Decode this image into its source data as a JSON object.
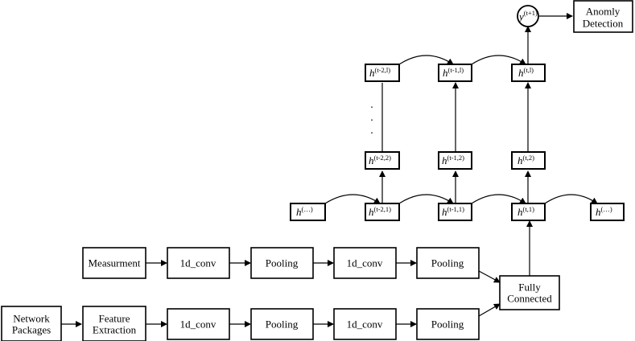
{
  "blocks": {
    "measurement": "Measurment",
    "conv1_top": "1d_conv",
    "pool1_top": "Pooling",
    "conv2_top": "1d_conv",
    "pool2_top": "Pooling",
    "network_line1": "Network",
    "network_line2": "Packages",
    "feature_line1": "Feature",
    "feature_line2": "Extraction",
    "conv1_bot": "1d_conv",
    "pool1_bot": "Pooling",
    "conv2_bot": "1d_conv",
    "pool2_bot": "Pooling",
    "fc_line1": "Fully",
    "fc_line2": "Connected",
    "anomaly_line1": "Anomly",
    "anomaly_line2": "Detection"
  },
  "hidden": {
    "base": "h",
    "left_end": "(…)",
    "right_end": "(…)",
    "t2_1": "(t-2,1)",
    "t1_1": "(t-1,1)",
    "t_1": "(t,1)",
    "t2_2": "(t-2,2)",
    "t1_2": "(t-1,2)",
    "t_2": "(t,2)",
    "t2_l": "(t-2,l)",
    "t1_l": "(t-1,l)",
    "t_l": "(t,l)"
  },
  "output": {
    "base": "y",
    "sup": "(t+1)"
  },
  "ellipsis": ".\n.\n."
}
